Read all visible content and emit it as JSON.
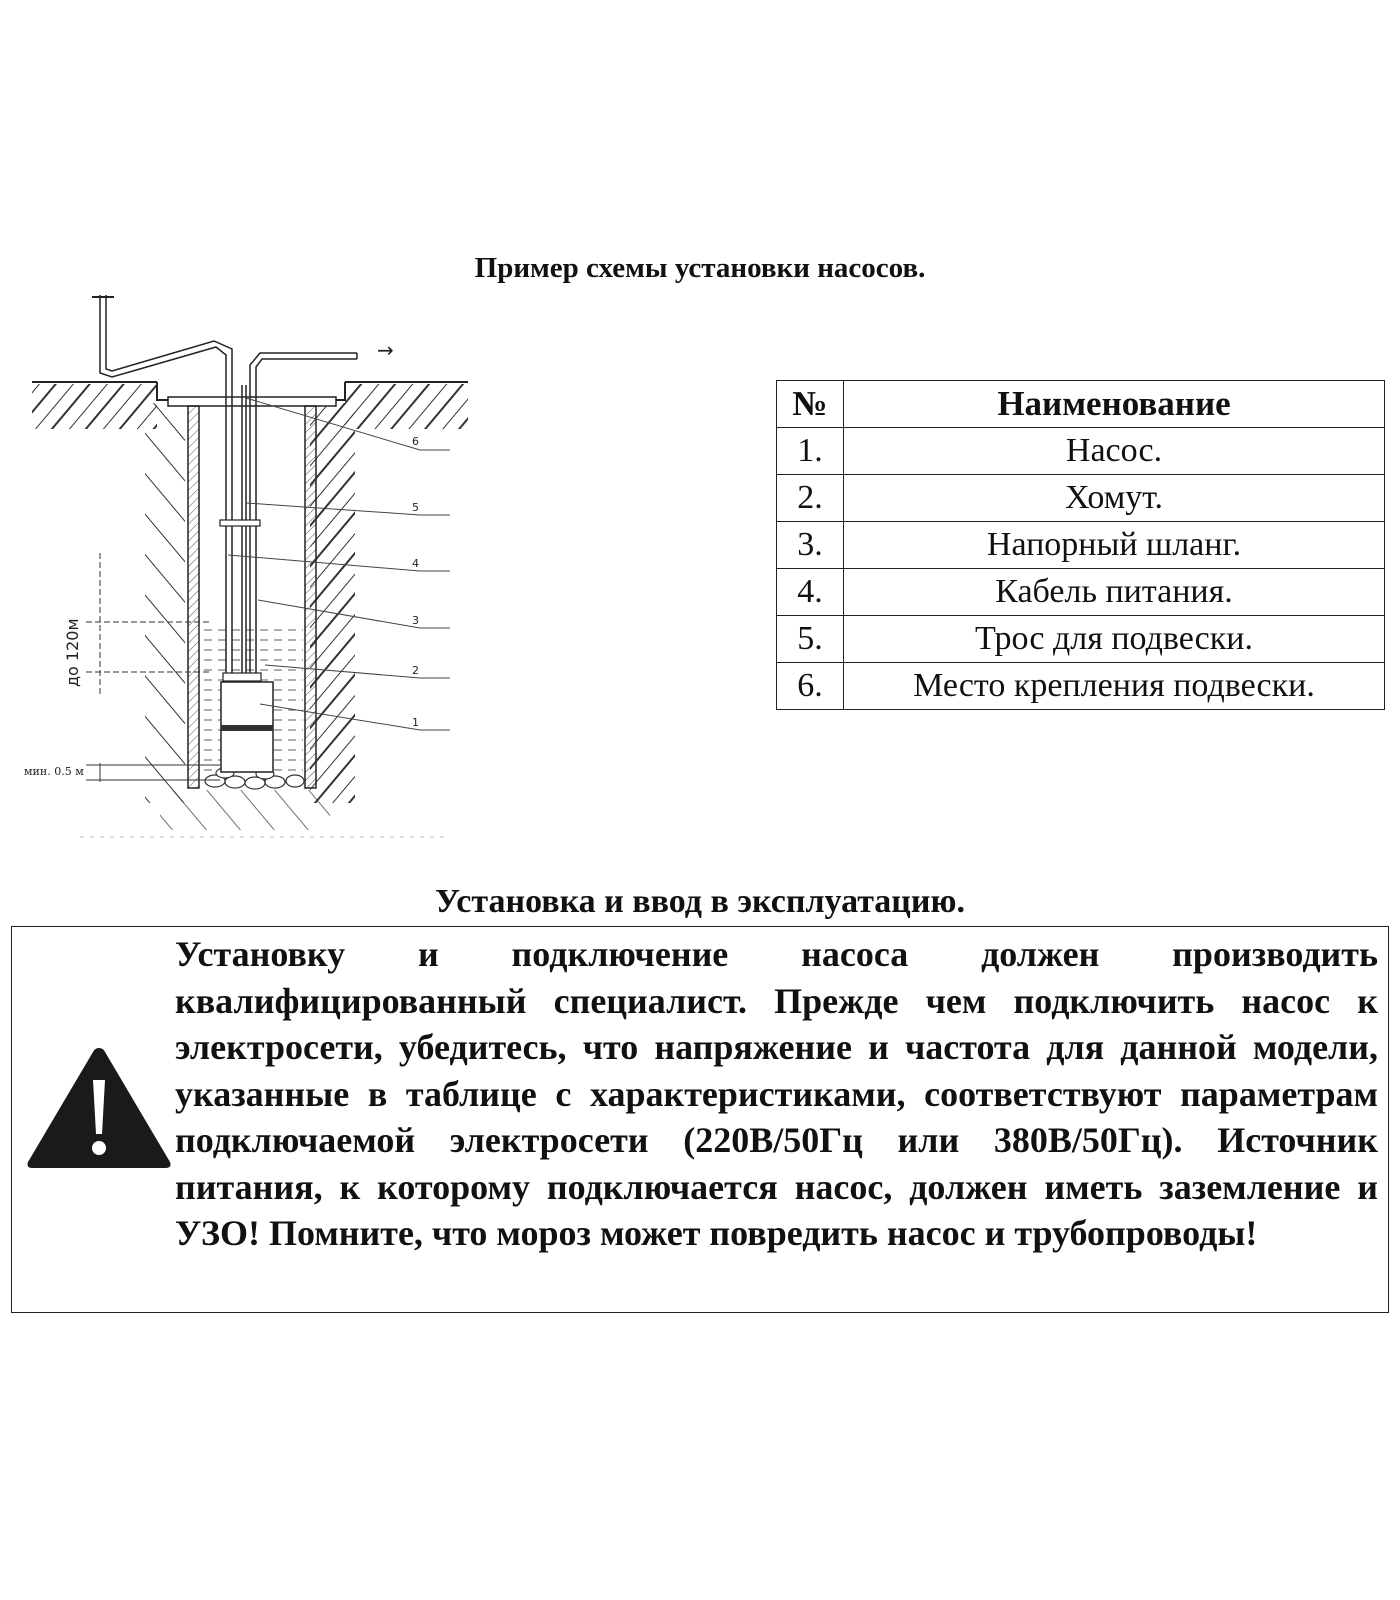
{
  "diagram_section": {
    "title": "Пример схемы установки насосов.",
    "callout_numbers": [
      "6",
      "5",
      "4",
      "3",
      "2",
      "1"
    ],
    "depth_label": "до 120м",
    "min_label": "мин. 0.5 м",
    "flow_arrow": "→"
  },
  "legend_table": {
    "headers": [
      "№",
      "Наименование"
    ],
    "rows": [
      {
        "num": "1.",
        "name": "Насос."
      },
      {
        "num": "2.",
        "name": "Хомут."
      },
      {
        "num": "3.",
        "name": "Напорный шланг."
      },
      {
        "num": "4.",
        "name": "Кабель питания."
      },
      {
        "num": "5.",
        "name": "Трос для подвески."
      },
      {
        "num": "6.",
        "name": "Место крепления подвески."
      }
    ]
  },
  "installation_section": {
    "title": "Установка и ввод в эксплуатацию.",
    "warning_icon": "warning-triangle-icon",
    "warning_text": "Установку и подключение насоса должен производить квалифицированный специалист. Прежде чем подключить насос к электросети, убедитесь, что напряжение и частота для данной модели, указанные в таблице с характеристиками, соответствуют параметрам подключаемой электросети (220В/50Гц или 380В/50Гц). Источник питания, к которому подключается насос, должен иметь заземление и УЗО! Помните, что мороз может повредить насос и трубопроводы!"
  }
}
